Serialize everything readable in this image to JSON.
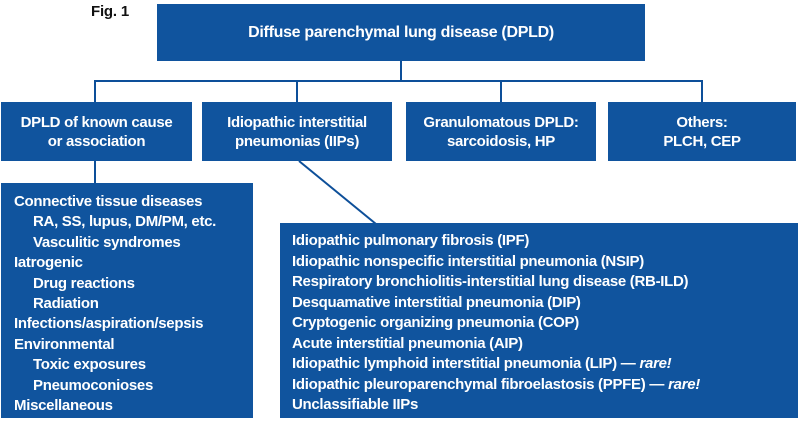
{
  "figure": {
    "label": "Fig. 1"
  },
  "colors": {
    "box_blue": "#10549e",
    "line_blue": "#0d4f99",
    "text_white": "#ffffff",
    "label_black": "#111111"
  },
  "root": {
    "title": "Diffuse parenchymal lung disease (DPLD)"
  },
  "branches": [
    {
      "line1": "DPLD of known cause",
      "line2": "or association"
    },
    {
      "line1": "Idiopathic interstitial",
      "line2": "pneumonias (IIPs)"
    },
    {
      "line1": "Granulomatous DPLD:",
      "line2": "sarcoidosis, HP"
    },
    {
      "line1": "Others:",
      "line2": "PLCH, CEP"
    }
  ],
  "known_cause_list": {
    "items": [
      {
        "text": "Connective tissue diseases",
        "style": "header"
      },
      {
        "text": "RA, SS, lupus, DM/PM, etc.",
        "style": "indent"
      },
      {
        "text": "Vasculitic syndromes",
        "style": "indent"
      },
      {
        "text": "Iatrogenic",
        "style": "header"
      },
      {
        "text": "Drug reactions",
        "style": "indent"
      },
      {
        "text": "Radiation",
        "style": "indent"
      },
      {
        "text": "Infections/aspiration/sepsis",
        "style": "header"
      },
      {
        "text": "Environmental",
        "style": "header"
      },
      {
        "text": "Toxic exposures",
        "style": "indent"
      },
      {
        "text": "Pneumoconioses",
        "style": "indent"
      },
      {
        "text": "Miscellaneous",
        "style": "header"
      }
    ]
  },
  "iip_list": {
    "items": [
      {
        "text": "Idiopathic pulmonary fibrosis (IPF)"
      },
      {
        "text": "Idiopathic nonspecific interstitial pneumonia (NSIP)"
      },
      {
        "text": "Respiratory bronchiolitis-interstitial lung disease (RB-ILD)"
      },
      {
        "text": "Desquamative interstitial pneumonia (DIP)"
      },
      {
        "text": "Cryptogenic organizing pneumonia (COP)"
      },
      {
        "text": "Acute interstitial pneumonia (AIP)"
      },
      {
        "text": "Idiopathic lymphoid interstitial pneumonia (LIP)",
        "dash": "—",
        "suffix": "rare!"
      },
      {
        "text": "Idiopathic pleuroparenchymal fibroelastosis (PPFE)",
        "dash": "—",
        "suffix": "rare!"
      },
      {
        "text": "Unclassifiable IIPs"
      }
    ]
  }
}
